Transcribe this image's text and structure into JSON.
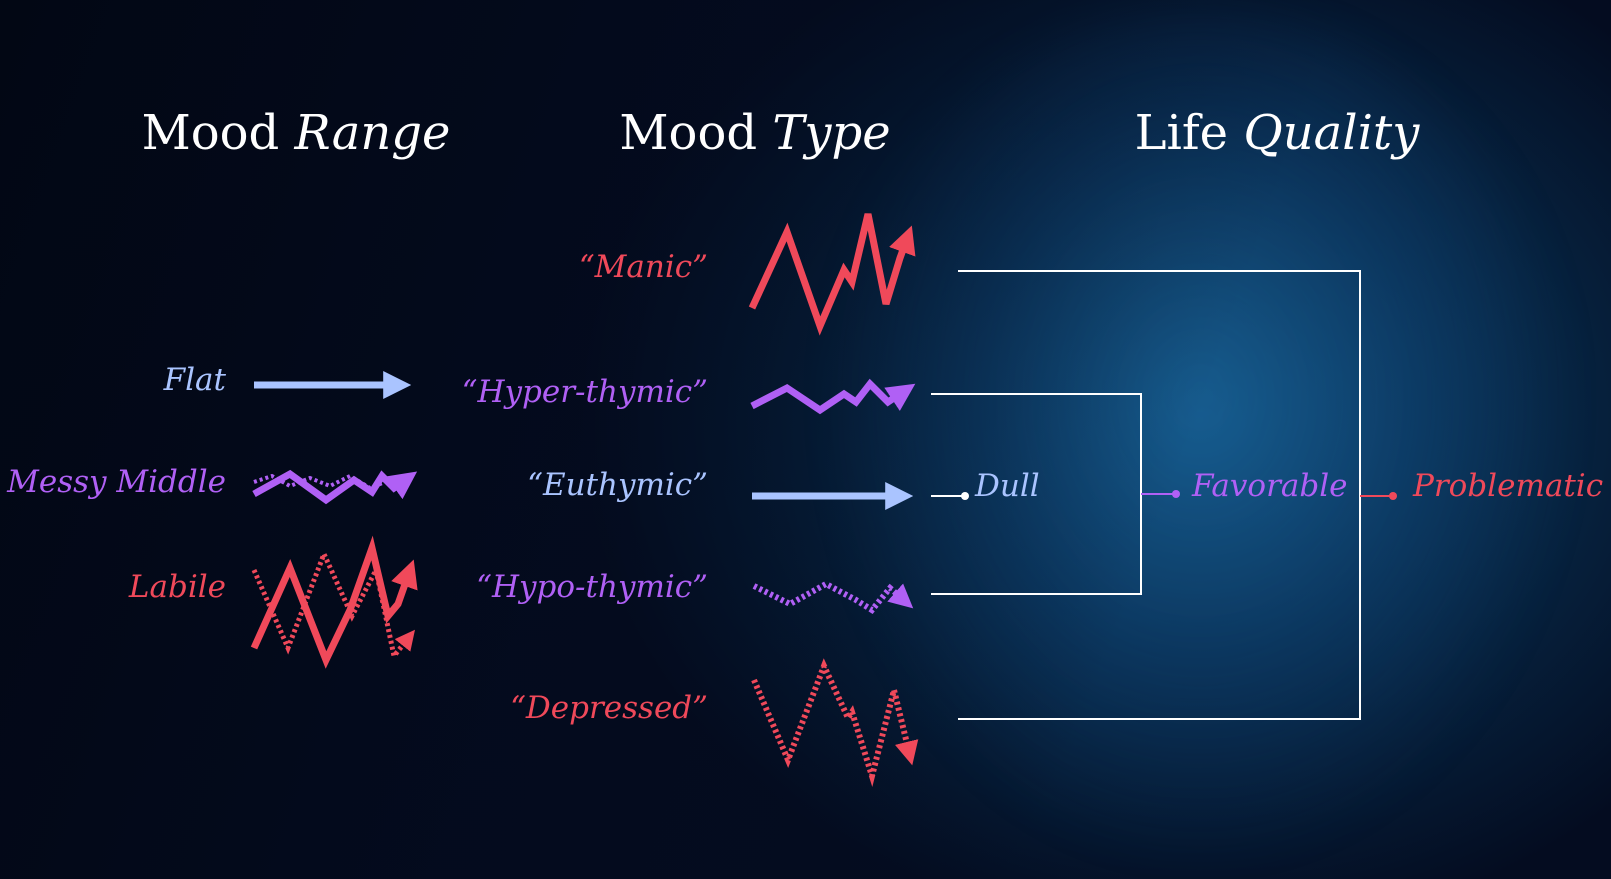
{
  "headers": {
    "range": {
      "word": "Mood",
      "italic": "Range"
    },
    "type": {
      "word": "Mood",
      "italic": "Type"
    },
    "quality": {
      "word": "Life",
      "italic": "Quality"
    }
  },
  "range_items": [
    {
      "label": "Flat",
      "color": "#aac4ff",
      "icon": "straight-arrow-icon"
    },
    {
      "label": "Messy Middle",
      "color": "#b060f5",
      "icon": "small-zigzag-arrow-icon"
    },
    {
      "label": "Labile",
      "color": "#f0495a",
      "icon": "large-zigzag-arrow-icon"
    }
  ],
  "type_items": [
    {
      "label": "“Manic”",
      "color": "#f0495a",
      "icon": "upward-zigzag-arrow-icon"
    },
    {
      "label": "“Hyper-thymic”",
      "color": "#b060f5",
      "icon": "mild-upward-zigzag-arrow-icon"
    },
    {
      "label": "“Euthymic”",
      "color": "#aac4ff",
      "icon": "straight-arrow-icon"
    },
    {
      "label": "“Hypo-thymic”",
      "color": "#b060f5",
      "icon": "mild-downward-dotted-zigzag-icon"
    },
    {
      "label": "“Depressed”",
      "color": "#f0495a",
      "icon": "downward-dotted-zigzag-icon"
    }
  ],
  "quality_items": [
    {
      "label": "Dull",
      "color": "#aac4ff"
    },
    {
      "label": "Favorable",
      "color": "#b060f5"
    },
    {
      "label": "Problematic",
      "color": "#f0495a"
    }
  ],
  "connector_color": "#ffffff"
}
